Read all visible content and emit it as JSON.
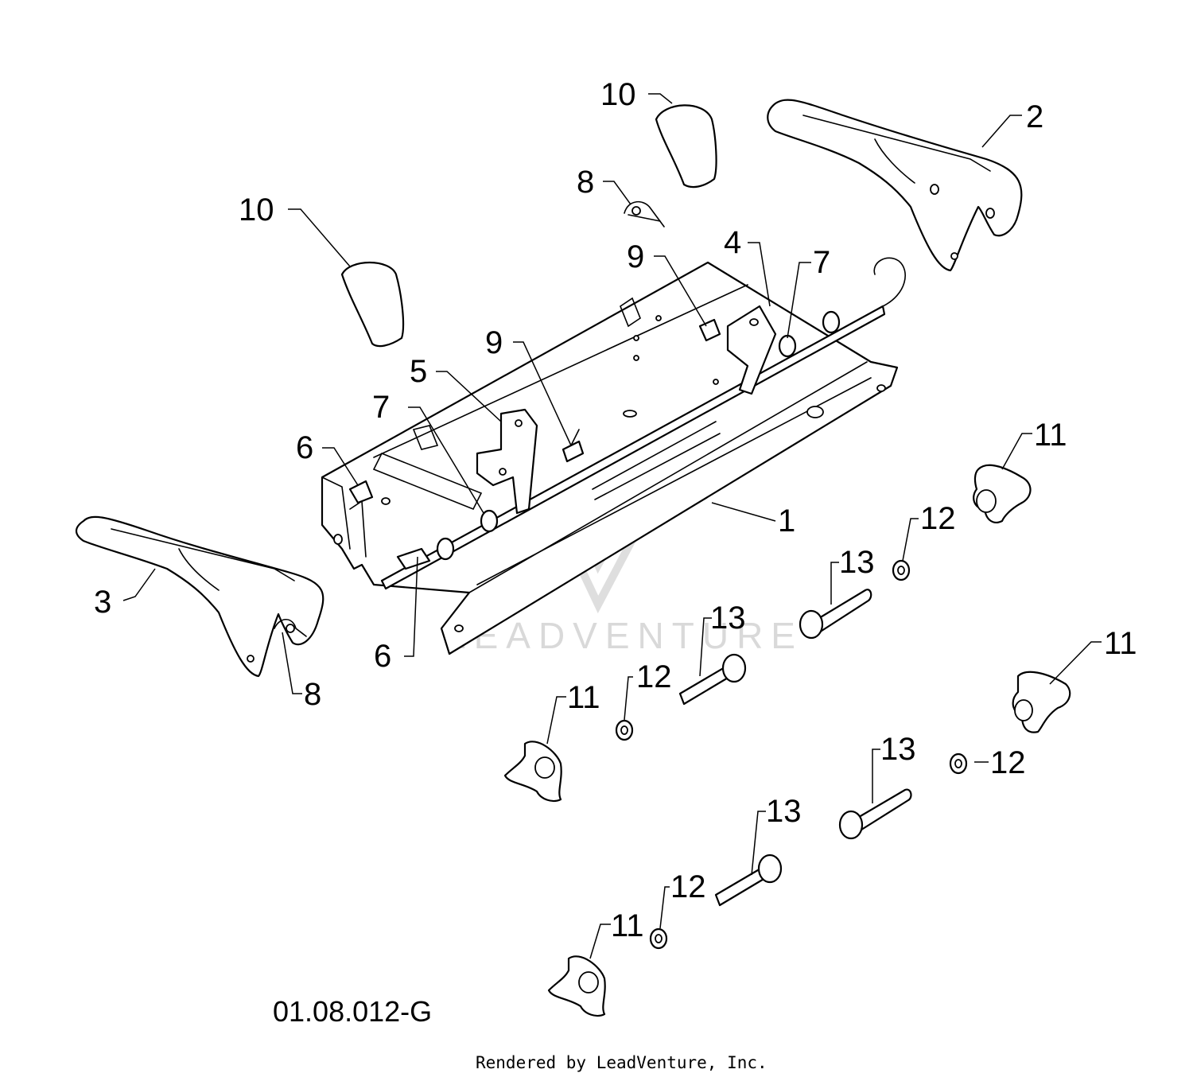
{
  "diagram_code": "01.08.012-G",
  "credit": "Rendered by LeadVenture, Inc.",
  "watermark": "LEADVENTURE",
  "callouts": {
    "c1": "1",
    "c2": "2",
    "c3": "3",
    "c4": "4",
    "c5": "5",
    "c6a": "6",
    "c6b": "6",
    "c7a": "7",
    "c7b": "7",
    "c8a": "8",
    "c8b": "8",
    "c9a": "9",
    "c9b": "9",
    "c10a": "10",
    "c10b": "10",
    "c11a": "11",
    "c11b": "11",
    "c11c": "11",
    "c11d": "11",
    "c12a": "12",
    "c12b": "12",
    "c12c": "12",
    "c12d": "12",
    "c13a": "13",
    "c13b": "13",
    "c13c": "13",
    "c13d": "13"
  }
}
